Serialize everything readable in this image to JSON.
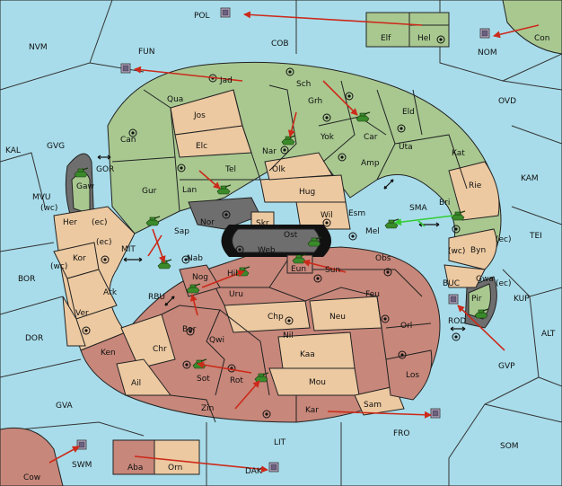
{
  "powers": {
    "green": {
      "color": "#a8c890"
    },
    "red": {
      "color": "#c7877a"
    },
    "neutral": {
      "color": "#ecc9a1"
    }
  },
  "colors": {
    "sea": "#a8dcea",
    "order": "#cc2a1a",
    "support": "#33cc33",
    "impassable": "#6e6e6e",
    "army": "#3a8a2a"
  },
  "labels": {
    "POL": "POL",
    "COB": "COB",
    "NVM": "NVM",
    "FUN": "FUN",
    "NOM": "NOM",
    "Con": "Con",
    "Elf": "Elf",
    "Hel": "Hel",
    "OVD": "OVD",
    "KAL": "KAL",
    "GVG": "GVG",
    "KAM": "KAM",
    "MVU": "MVU",
    "TEI": "TEI",
    "BOR": "BOR",
    "KUP": "KUP",
    "DOR": "DOR",
    "ALT": "ALT",
    "GVP": "GVP",
    "GVA": "GVA",
    "FRO": "FRO",
    "SOM": "SOM",
    "LIT": "LIT",
    "SWM": "SWM",
    "DAK": "DAK",
    "Cow": "Cow",
    "Aba": "Aba",
    "Orn": "Orn",
    "Jad": "Jad",
    "Sch": "Sch",
    "Qua": "Qua",
    "Jos": "Jos",
    "Grh": "Grh",
    "Car": "Car",
    "Eld": "Eld",
    "Can": "Can",
    "Elc": "Elc",
    "Nar": "Nar",
    "Yok": "Yok",
    "Uta": "Uta",
    "Kat": "Kat",
    "Amp": "Amp",
    "Tel": "Tel",
    "Olk": "Olk",
    "Gur": "Gur",
    "Lan": "Lan",
    "Hug": "Hug",
    "Rie": "Rie",
    "Bri": "Bri",
    "Gaw": "Gaw",
    "GOR": "GOR",
    "Nor": "Nor",
    "Wil": "Wil",
    "Esm": "Esm",
    "SMA": "SMA",
    "Skr": "Skr",
    "Ost": "Ost",
    "Web": "Web",
    "Mel": "Mel",
    "Sap": "Sap",
    "Her": "Her",
    "wc1": "(wc)",
    "ec1": "(ec)",
    "ec2": "(ec)",
    "MIT": "MIT",
    "Kor": "Kor",
    "wc2": "(wc)",
    "Nab": "Nab",
    "Eun": "Eun",
    "Sun": "Sun",
    "Obs": "Obs",
    "wc3": "(wc)",
    "Byn": "Byn",
    "ec3": "(ec)",
    "Gwa": "Gwa",
    "ec4": "(ec)",
    "BUC": "BUC",
    "Pir": "Pir",
    "Ark": "Ark",
    "RBU": "RBU",
    "Nog": "Nog",
    "Hil": "Hil",
    "Uru": "Uru",
    "Feu": "Feu",
    "Ver": "Ver",
    "Chp": "Chp",
    "Neu": "Neu",
    "Orl": "Orl",
    "ROD": "ROD",
    "Bar": "Bar",
    "Qwi": "Qwi",
    "Nil": "Nil",
    "Ken": "Ken",
    "Chr": "Chr",
    "Kaa": "Kaa",
    "Los": "Los",
    "Sot": "Sot",
    "Rot": "Rot",
    "Ail": "Ail",
    "Mou": "Mou",
    "Zin": "Zin",
    "Kar": "Kar",
    "Sam": "Sam"
  }
}
